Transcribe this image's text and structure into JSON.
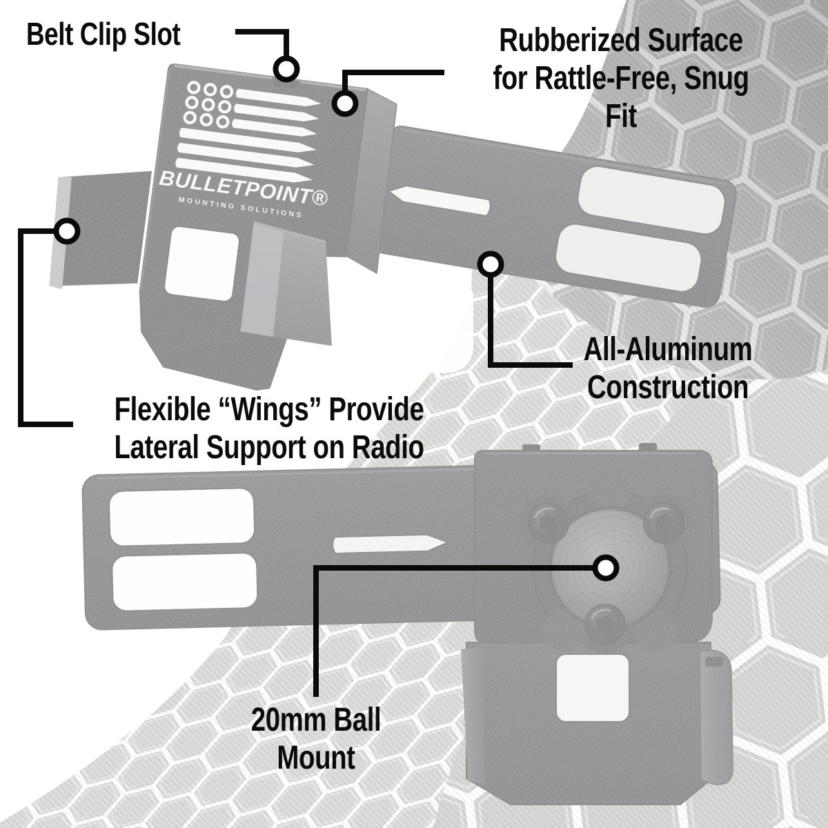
{
  "page": {
    "type": "product-feature-infographic",
    "background": "#ffffff"
  },
  "callouts": {
    "belt_clip": {
      "label": "Belt Clip Slot"
    },
    "rubberized": {
      "lines": [
        "Rubberized Surface",
        "for Rattle-Free, Snug",
        "Fit"
      ]
    },
    "aluminum": {
      "lines": [
        "All-Aluminum",
        "Construction"
      ]
    },
    "wings": {
      "lines": [
        "Flexible “Wings” Provide",
        "Lateral Support on Radio"
      ]
    },
    "ball": {
      "lines": [
        "20mm Ball",
        "Mount"
      ]
    }
  },
  "logo": {
    "brand": "BULLETPOINT®",
    "tagline": "MOUNTING SOLUTIONS"
  },
  "colors": {
    "background": "#ffffff",
    "callout_line": "#0a0a0a",
    "label_text": "#0b0b0b",
    "hex_fill": "#d9dad7",
    "hex_fill_dark": "#c4c6c7",
    "hex_grout": "#ffffff",
    "metal_mid": "#46484b",
    "metal_dark": "#313335",
    "print_white": "#f7f8f6",
    "ball_metal": "#7f817e",
    "screw_black": "#101214"
  }
}
